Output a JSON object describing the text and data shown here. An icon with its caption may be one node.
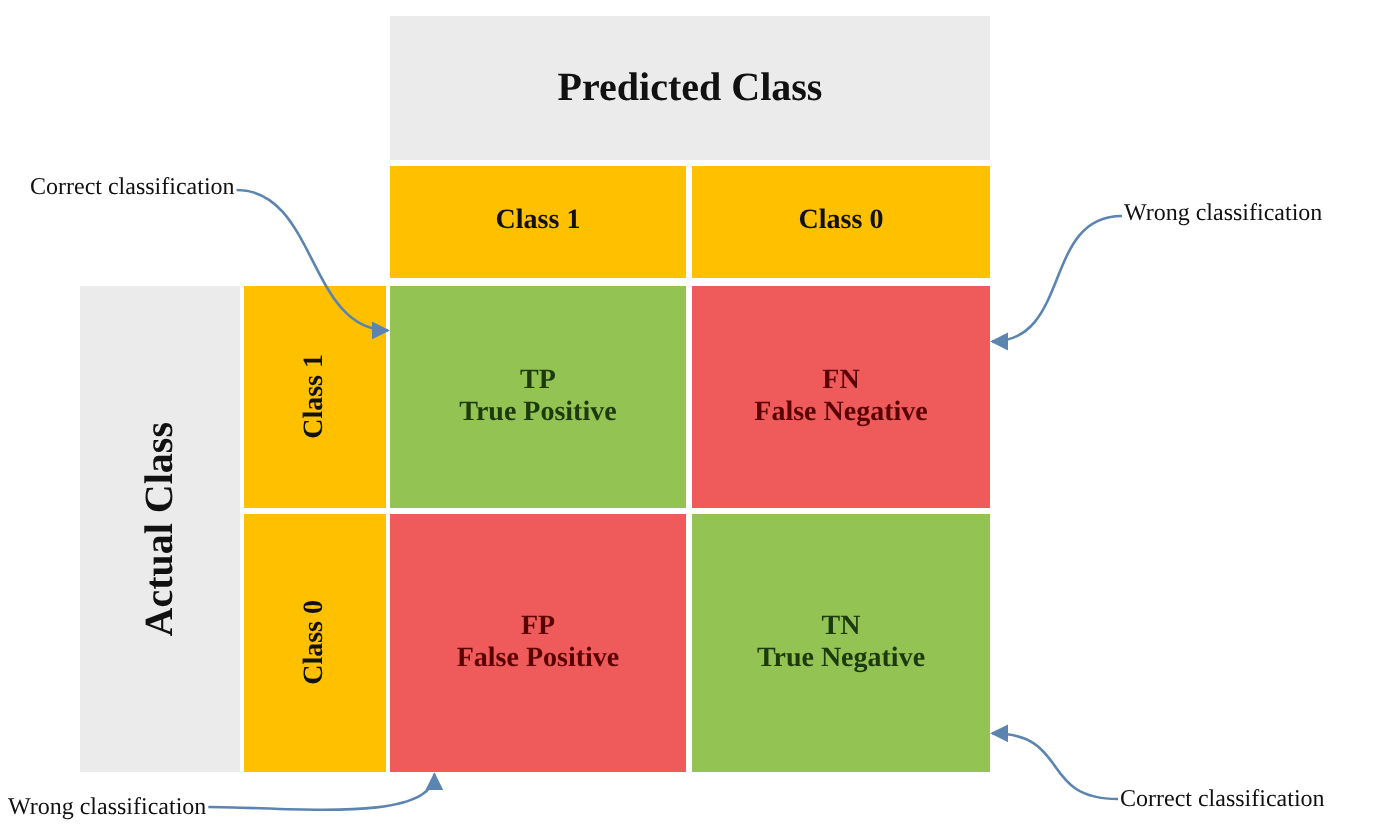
{
  "diagram": {
    "nodes": [
      {
        "text": [
          "Predicted Class"
        ]
      },
      {
        "text": [
          "Class 1"
        ]
      },
      {
        "text": [
          "Class 0"
        ]
      },
      {
        "text": [
          "Actual Class"
        ]
      },
      {
        "text": [
          "Class 1"
        ]
      },
      {
        "text": [
          "Class 0"
        ]
      },
      {
        "text": [
          "TP",
          "True Positive"
        ]
      },
      {
        "text": [
          "FN",
          "False Negative"
        ]
      },
      {
        "text": [
          "FP",
          "False Positive"
        ]
      },
      {
        "text": [
          "TN",
          "True Negative"
        ]
      },
      {
        "text": [
          "Correct classification"
        ]
      },
      {
        "text": [
          "Wrong classification"
        ]
      },
      {
        "text": [
          "Wrong classification"
        ]
      },
      {
        "text": [
          "Correct classification"
        ]
      }
    ],
    "edges": [
      {
        "from": 10,
        "to": 6,
        "arrow": "to"
      },
      {
        "from": 11,
        "to": 7,
        "arrow": "to"
      },
      {
        "from": 12,
        "to": 8,
        "arrow": "to"
      },
      {
        "from": 13,
        "to": 9,
        "arrow": "to"
      }
    ]
  }
}
